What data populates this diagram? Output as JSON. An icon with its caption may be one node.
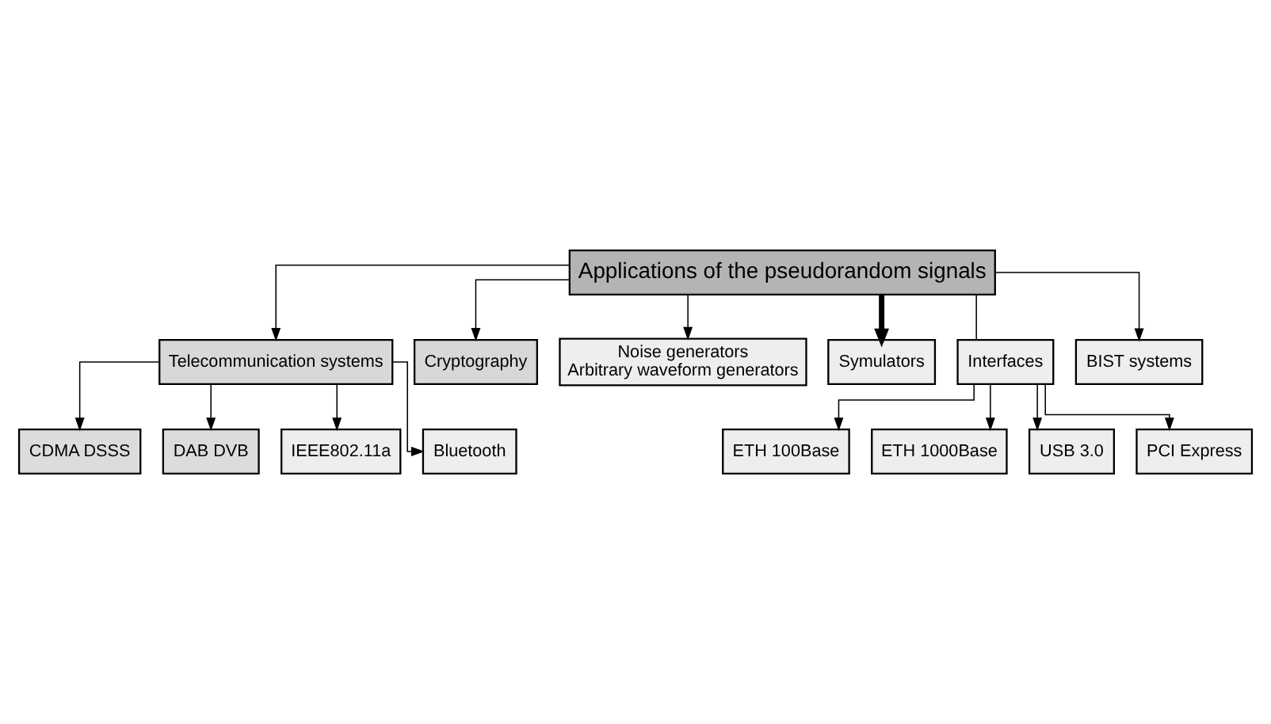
{
  "diagram": {
    "nodes": [
      {
        "text": [
          "Applications of the pseudorandom signals"
        ]
      },
      {
        "text": [
          "Telecommunication systems"
        ]
      },
      {
        "text": [
          "Cryptography"
        ]
      },
      {
        "text": [
          "Noise generators",
          "Arbitrary waveform generators"
        ]
      },
      {
        "text": [
          "Symulators"
        ]
      },
      {
        "text": [
          "Interfaces"
        ]
      },
      {
        "text": [
          "BIST systems"
        ]
      },
      {
        "text": [
          "CDMA DSSS"
        ]
      },
      {
        "text": [
          "DAB DVB"
        ]
      },
      {
        "text": [
          "IEEE802.11a"
        ]
      },
      {
        "text": [
          "Bluetooth"
        ]
      },
      {
        "text": [
          "ETH 100Base"
        ]
      },
      {
        "text": [
          "ETH 1000Base"
        ]
      },
      {
        "text": [
          "USB 3.0"
        ]
      },
      {
        "text": [
          "PCI Express"
        ]
      }
    ],
    "edges": [
      {
        "from": 0,
        "to": 1,
        "arrow": "to"
      },
      {
        "from": 0,
        "to": 2,
        "arrow": "to"
      },
      {
        "from": 0,
        "to": 3,
        "arrow": "to"
      },
      {
        "from": 0,
        "to": 4,
        "arrow": "to",
        "style": "thick"
      },
      {
        "from": 0,
        "to": 5,
        "arrow": "none"
      },
      {
        "from": 0,
        "to": 6,
        "arrow": "to"
      },
      {
        "from": 1,
        "to": 7,
        "arrow": "to"
      },
      {
        "from": 1,
        "to": 8,
        "arrow": "to"
      },
      {
        "from": 1,
        "to": 9,
        "arrow": "to"
      },
      {
        "from": 1,
        "to": 10,
        "arrow": "to"
      },
      {
        "from": 5,
        "to": 11,
        "arrow": "to"
      },
      {
        "from": 5,
        "to": 12,
        "arrow": "to"
      },
      {
        "from": 5,
        "to": 13,
        "arrow": "to"
      },
      {
        "from": 5,
        "to": 14,
        "arrow": "to"
      }
    ]
  }
}
